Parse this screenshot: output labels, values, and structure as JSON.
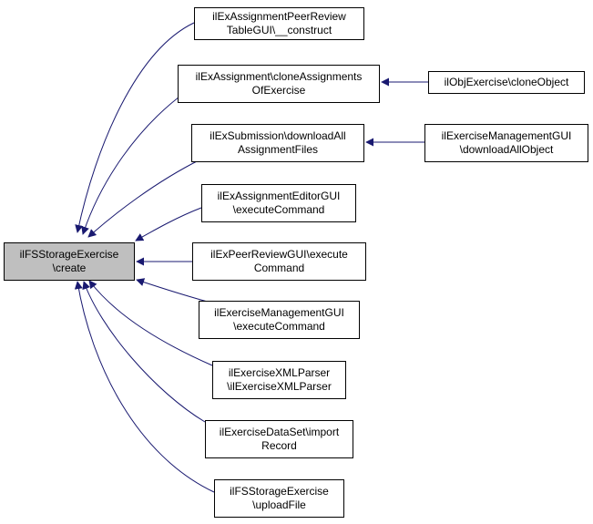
{
  "graph": {
    "edge_color": "#191970",
    "root_fill": "#bfbfbf",
    "nodes": {
      "root": {
        "lines": [
          "ilFSStorageExercise",
          "\\create"
        ],
        "icon": "none"
      },
      "peer_review_table": {
        "lines": [
          "ilExAssignmentPeerReview",
          "TableGUI\\__construct"
        ]
      },
      "clone_assignments": {
        "lines": [
          "ilExAssignment\\cloneAssignments",
          "OfExercise"
        ]
      },
      "obj_clone": {
        "lines": [
          "ilObjExercise\\cloneObject"
        ]
      },
      "download_all": {
        "lines": [
          "ilExSubmission\\downloadAll",
          "AssignmentFiles"
        ]
      },
      "mgmt_download": {
        "lines": [
          "ilExerciseManagementGUI",
          "\\downloadAllObject"
        ]
      },
      "editor_exec": {
        "lines": [
          "ilExAssignmentEditorGUI",
          "\\executeCommand"
        ]
      },
      "peer_review_exec": {
        "lines": [
          "ilExPeerReviewGUI\\execute",
          "Command"
        ]
      },
      "mgmt_exec": {
        "lines": [
          "ilExerciseManagementGUI",
          "\\executeCommand"
        ]
      },
      "xml_parser": {
        "lines": [
          "ilExerciseXMLParser",
          "\\ilExerciseXMLParser"
        ]
      },
      "dataset_import": {
        "lines": [
          "ilExerciseDataSet\\import",
          "Record"
        ]
      },
      "upload_file": {
        "lines": [
          "ilFSStorageExercise",
          "\\uploadFile"
        ]
      }
    }
  }
}
